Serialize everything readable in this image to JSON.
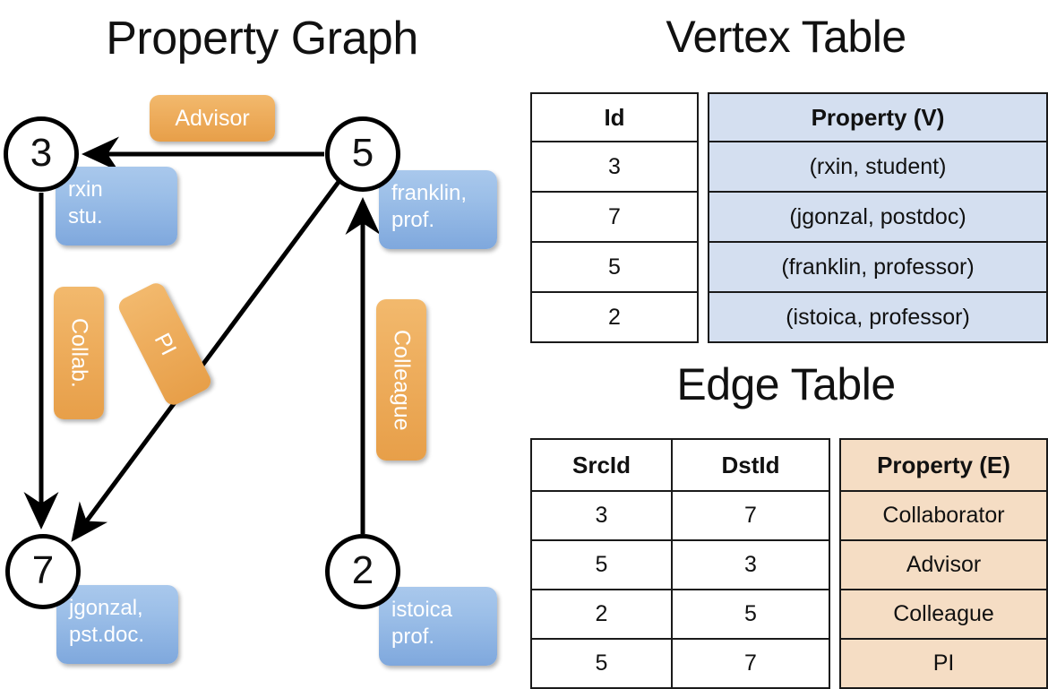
{
  "titles": {
    "property_graph": "Property Graph",
    "vertex_table": "Vertex Table",
    "edge_table": "Edge Table"
  },
  "graph": {
    "vertices": [
      {
        "id": "3",
        "name": "vertex-3",
        "property_line1": "rxin",
        "property_line2": "stu."
      },
      {
        "id": "5",
        "name": "vertex-5",
        "property_line1": "franklin,",
        "property_line2": "prof."
      },
      {
        "id": "7",
        "name": "vertex-7",
        "property_line1": "jgonzal,",
        "property_line2": "pst.doc."
      },
      {
        "id": "2",
        "name": "vertex-2",
        "property_line1": "istoica",
        "property_line2": "prof."
      }
    ],
    "edge_labels": [
      {
        "key": "advisor",
        "text": "Advisor",
        "orientation": "horizontal"
      },
      {
        "key": "collab",
        "text": "Collab.",
        "orientation": "vertical"
      },
      {
        "key": "pi",
        "text": "PI",
        "orientation": "rotated"
      },
      {
        "key": "colleague",
        "text": "Colleague",
        "orientation": "vertical"
      }
    ]
  },
  "vertex_table": {
    "headers": [
      "Id",
      "Property (V)"
    ],
    "rows": [
      {
        "id": "3",
        "property": "(rxin, student)"
      },
      {
        "id": "7",
        "property": "(jgonzal, postdoc)"
      },
      {
        "id": "5",
        "property": "(franklin, professor)"
      },
      {
        "id": "2",
        "property": "(istoica, professor)"
      }
    ]
  },
  "edge_table": {
    "headers": [
      "SrcId",
      "DstId",
      "Property (E)"
    ],
    "rows": [
      {
        "src": "3",
        "dst": "7",
        "property": "Collaborator"
      },
      {
        "src": "5",
        "dst": "3",
        "property": "Advisor"
      },
      {
        "src": "2",
        "dst": "5",
        "property": "Colleague"
      },
      {
        "src": "5",
        "dst": "7",
        "property": "PI"
      }
    ]
  },
  "colors": {
    "vertex_property_blue": "#9cbfe8",
    "edge_label_orange": "#eeae5e",
    "table_blue_fill": "#d4dff0",
    "table_orange_fill": "#f5ddc4",
    "stroke": "#000000"
  }
}
